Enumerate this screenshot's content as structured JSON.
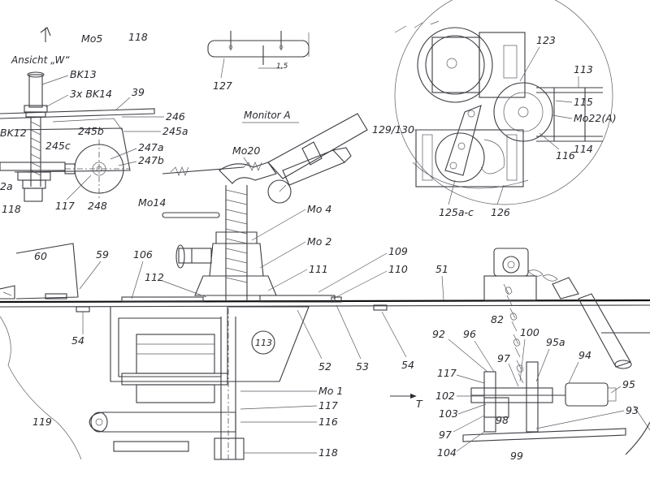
{
  "labels": {
    "view_title": "Ansicht „W“",
    "monitor_title": "Monitor A",
    "top_mo5": "Mo5",
    "top_118": "118",
    "bk13": "BK13",
    "bk14": "3x BK14",
    "n39": "39",
    "n246": "246",
    "n245b": "245b",
    "n245a": "245a",
    "bk12": "BK12",
    "n245c": "245c",
    "n247a": "247a",
    "n247b": "247b",
    "n2a": "2a",
    "n118_left": "118",
    "n117_left": "117",
    "n248": "248",
    "n127": "127",
    "n15": "1,5",
    "mo20": "Mo20",
    "mo14": "Mo14",
    "mo4": "Mo 4",
    "mo2": "Mo 2",
    "n111": "111",
    "n109": "109",
    "n110": "110",
    "n51": "51",
    "n60": "60",
    "n59": "59",
    "n106": "106",
    "n112": "112",
    "n54_left": "54",
    "n113_circle": "113",
    "n52": "52",
    "n53": "53",
    "n54_right": "54",
    "mo1": "Mo 1",
    "n117_center": "117",
    "n116_center": "116",
    "n118_bottom": "118",
    "n119": "119",
    "arrow_t": "T",
    "n123": "123",
    "n113_right": "113",
    "n115": "115",
    "mo22": "Mo22(A)",
    "n129_130": "129/130",
    "n116_right": "116",
    "n114": "114",
    "n125": "125a-c",
    "n126": "126",
    "n82": "82",
    "n92": "92",
    "n96": "96",
    "n100": "100",
    "n95a": "95a",
    "n97_top": "97",
    "n94": "94",
    "n117_right": "117",
    "n95": "95",
    "n102": "102",
    "n103": "103",
    "n98": "98",
    "n93": "93",
    "n97_bottom": "97",
    "n104": "104",
    "n99": "99"
  }
}
